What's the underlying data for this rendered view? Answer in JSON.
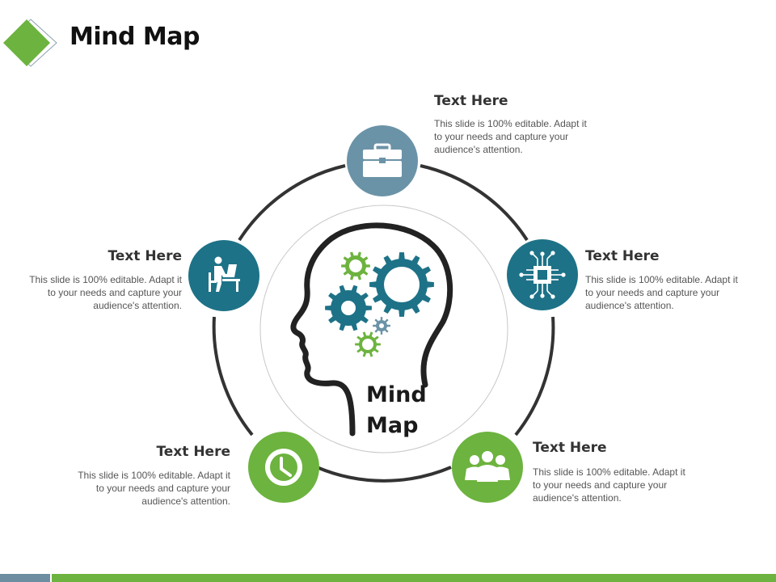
{
  "slide": {
    "title": "Mind Map"
  },
  "center": {
    "line1": "Mind",
    "line2": "Map"
  },
  "nodes": [
    {
      "id": "top",
      "label": "Text Here",
      "text": "This slide is 100% editable. Adapt it to your needs and capture your audience's attention.",
      "icon": "briefcase-icon",
      "color": "#6b93a7"
    },
    {
      "id": "right",
      "label": "Text Here",
      "text": "This slide is 100% editable. Adapt it to your needs and capture your audience's attention.",
      "icon": "chip-icon",
      "color": "#1d7287"
    },
    {
      "id": "bottom-right",
      "label": "Text Here",
      "text": "This slide is 100% editable. Adapt it to your needs and capture your audience's attention.",
      "icon": "team-icon",
      "color": "#6db33f"
    },
    {
      "id": "bottom-left",
      "label": "Text Here",
      "text": "This slide is 100% editable. Adapt it to your needs and capture your audience's attention.",
      "icon": "clock-icon",
      "color": "#6db33f"
    },
    {
      "id": "left",
      "label": "Text Here",
      "text": "This slide is 100% editable. Adapt it to your needs and capture your audience's attention.",
      "icon": "person-at-desk-icon",
      "color": "#1d7287"
    }
  ],
  "colors": {
    "accent_green": "#6db33f",
    "accent_blue": "#6c8ea0",
    "gear_teal": "#1d7287",
    "gear_slate": "#6b93a7",
    "ring": "#333333"
  }
}
